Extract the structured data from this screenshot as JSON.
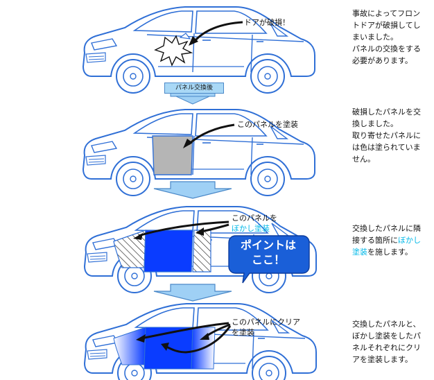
{
  "step1": {
    "callout": "ドアが破損！",
    "desc": [
      "事故によってフロン",
      "トドアが破損してし",
      "まいました。",
      "パネルの交換をする",
      "必要があります。"
    ]
  },
  "arrow1_label": "パネル交換後",
  "step2": {
    "callout": "このパネルを塗装",
    "desc": [
      "破損したパネルを交",
      "換しました。",
      "取り寄せたパネルに",
      "は色は塗られていま",
      "せん。"
    ]
  },
  "step3": {
    "callout_line1": "このパネルを",
    "callout_line2": "ぼかし塗装",
    "bubble_line1": "ポイントは",
    "bubble_line2": "ここ！",
    "desc_l1": "交換したパネルに隣",
    "desc_l2": "接する箇所に",
    "desc_l2_hl": "ぼかし",
    "desc_l3_hl": "塗装",
    "desc_l3": "を施します。"
  },
  "step4": {
    "callout_line1": "このパネルにクリア",
    "callout_line2": "を塗装",
    "desc": [
      "交換したパネルと、",
      "ぼかし塗装をしたパ",
      "ネルそれぞれにクリ",
      "アを塗装します。"
    ]
  },
  "colors": {
    "car_outline": "#2f6fd6",
    "arrow_fill": "#9fd0f5",
    "panel_grey": "#b5b5b5",
    "panel_blue": "#0a3cff",
    "bubble": "#1a5fd8",
    "highlight_text": "#00b8e8"
  }
}
